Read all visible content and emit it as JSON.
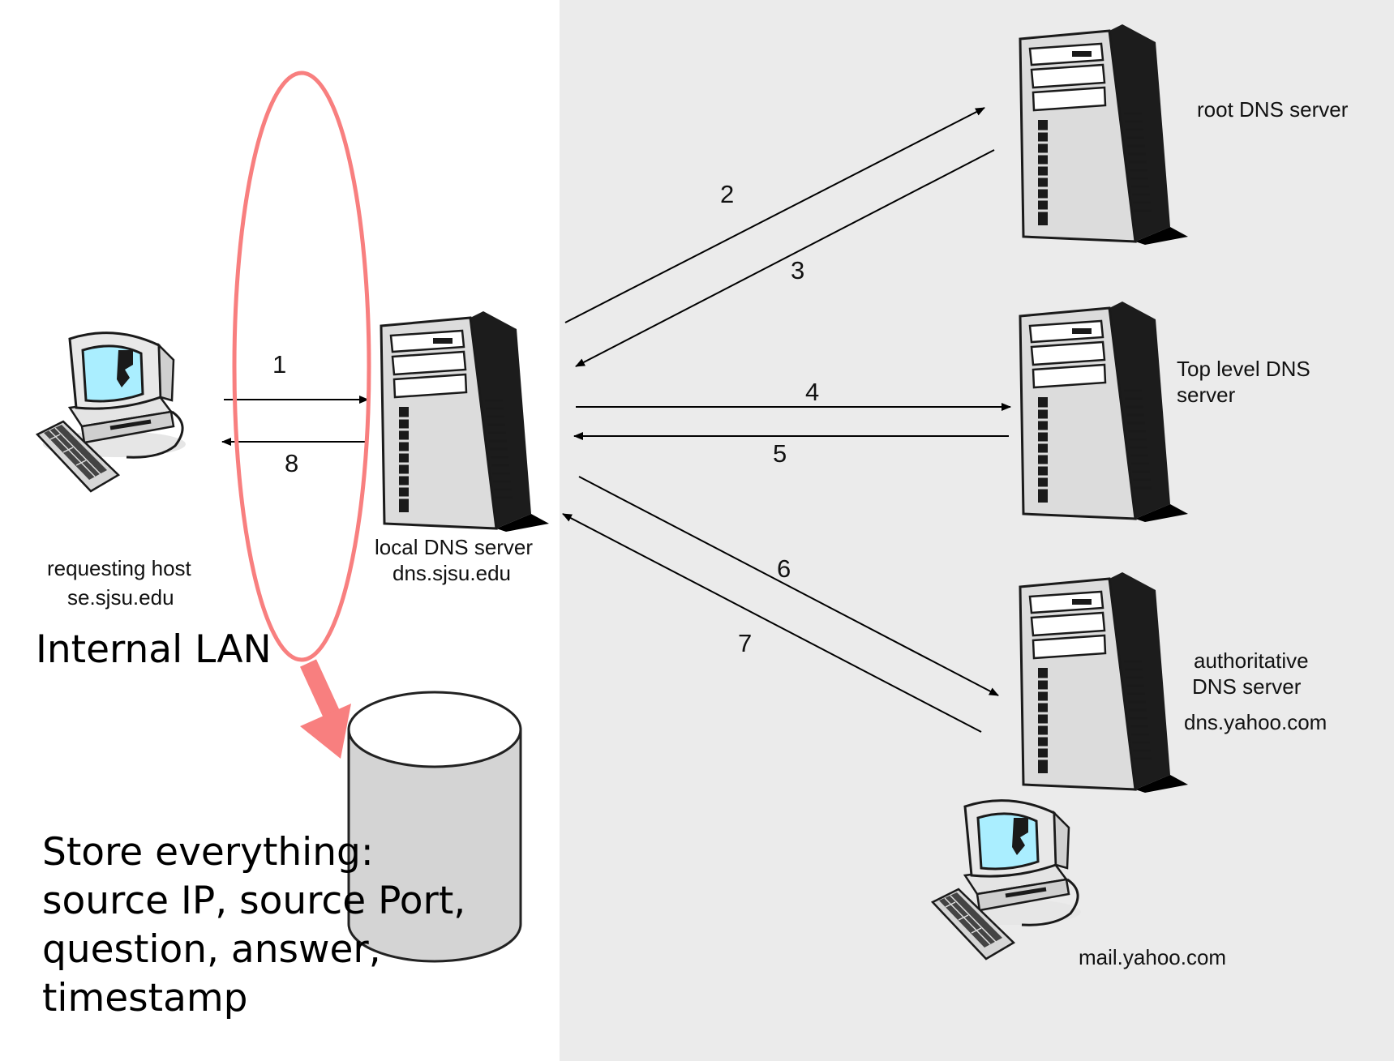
{
  "hosts": {
    "requesting": {
      "line1": "requesting host",
      "line2": "se.sjsu.edu"
    },
    "local_dns": {
      "line1": "local DNS server",
      "line2": "dns.sjsu.edu"
    },
    "root_dns": {
      "line1": "root DNS server"
    },
    "tld_dns": {
      "line1": "Top level DNS",
      "line2": "server"
    },
    "auth_dns": {
      "line1": "authoritative",
      "line2": "DNS server",
      "line3": "dns.yahoo.com"
    },
    "mail": {
      "line1": "mail.yahoo.com"
    }
  },
  "steps": [
    "1",
    "2",
    "3",
    "4",
    "5",
    "6",
    "7",
    "8"
  ],
  "annotations": {
    "lan": "Internal LAN",
    "store": [
      "Store everything:",
      "source IP, source Port,",
      "question, answer,",
      "timestamp"
    ]
  },
  "colors": {
    "highlight": "#f87f7f",
    "panel": "#ebebeb",
    "screen": "#aaeeff"
  }
}
